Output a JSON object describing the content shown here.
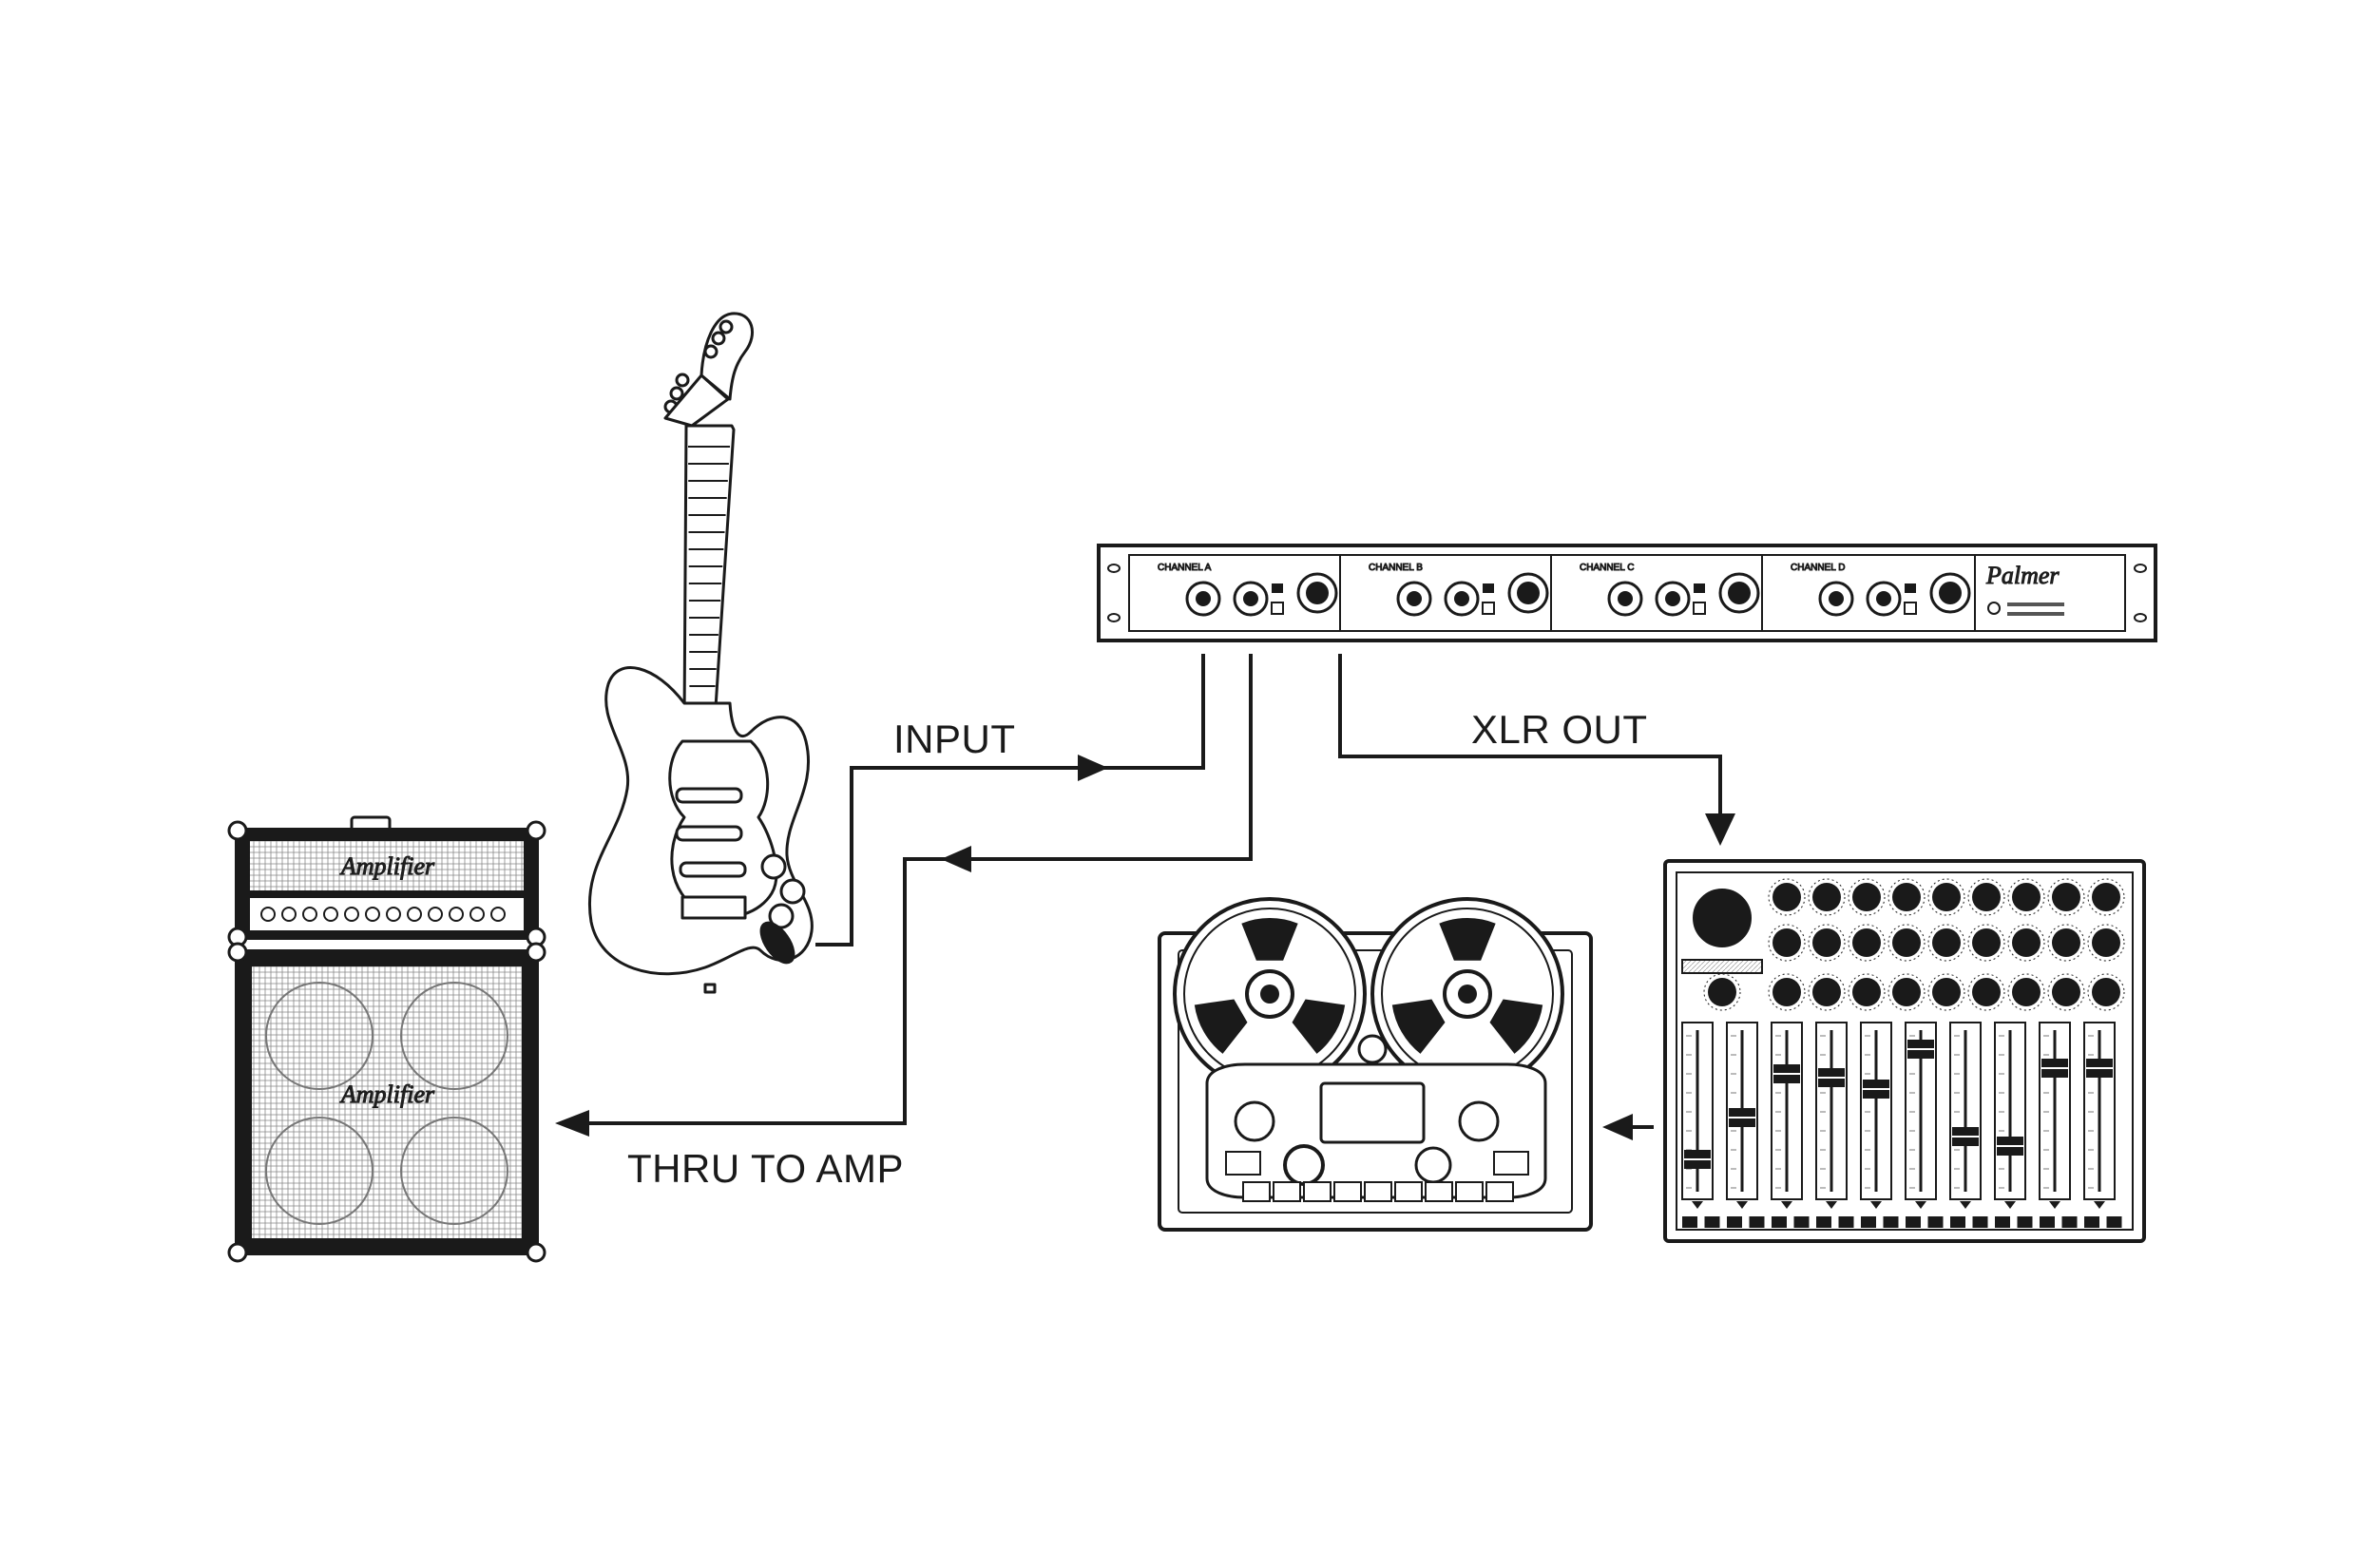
{
  "labels": {
    "input": "INPUT",
    "thru": "THRU TO AMP",
    "xlr": "XLR OUT"
  },
  "rack": {
    "channels": [
      "CHANNEL A",
      "CHANNEL B",
      "CHANNEL C",
      "CHANNEL D"
    ],
    "brand": "Palmer"
  },
  "amp": {
    "brand": "Amplifier"
  },
  "colors": {
    "line": "#1a1a1a",
    "background": "#ffffff"
  }
}
